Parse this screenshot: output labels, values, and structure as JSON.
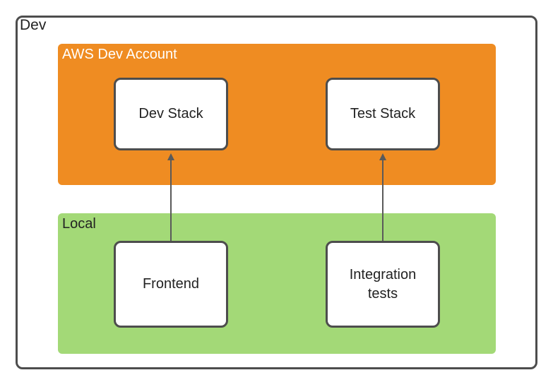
{
  "diagram": {
    "container": {
      "label": "Dev"
    },
    "groups": {
      "aws": {
        "label": "AWS Dev Account",
        "color": "#ef8c22"
      },
      "local": {
        "label": "Local",
        "color": "#a3d977"
      }
    },
    "nodes": {
      "dev_stack": {
        "label": "Dev Stack"
      },
      "test_stack": {
        "label": "Test Stack"
      },
      "frontend": {
        "label": "Frontend"
      },
      "integration_tests": {
        "label": "Integration\ntests"
      }
    },
    "edges": [
      {
        "from": "frontend",
        "to": "dev_stack"
      },
      {
        "from": "integration_tests",
        "to": "test_stack"
      }
    ],
    "colors": {
      "stroke": "#4d4d4d",
      "arrow": "#5a5a5a"
    }
  }
}
